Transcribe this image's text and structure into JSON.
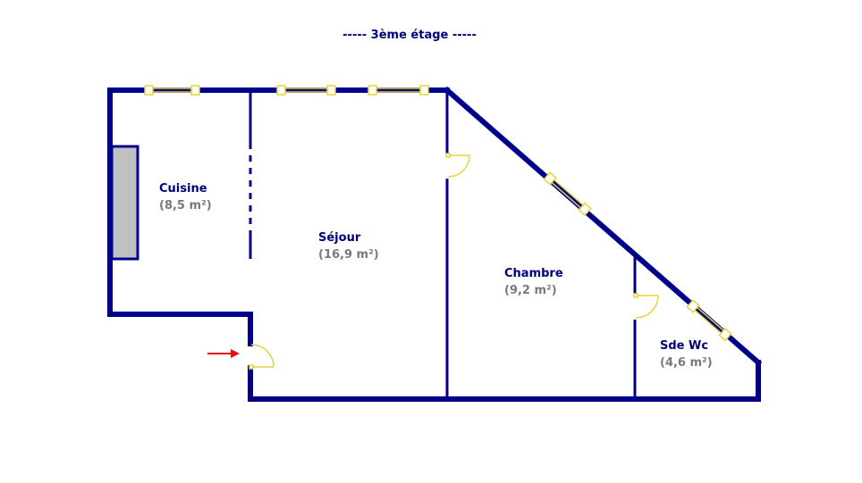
{
  "floor": {
    "title": "-----  3ème étage  -----"
  },
  "rooms": [
    {
      "name": "Cuisine",
      "area": "(8,5 m²)"
    },
    {
      "name": "Séjour",
      "area": "(16,9 m²)"
    },
    {
      "name": "Chambre",
      "area": "(9,2 m²)"
    },
    {
      "name": "Sde Wc",
      "area": "(4,6 m²)"
    }
  ],
  "colors": {
    "wall": "#00008b",
    "text": "#00007a",
    "area_text": "#7a7a7a",
    "window": "#e8d23a",
    "door": "#e8d23a",
    "built_in": "#c0c0c0",
    "entrance_arrow": "#e01010"
  }
}
